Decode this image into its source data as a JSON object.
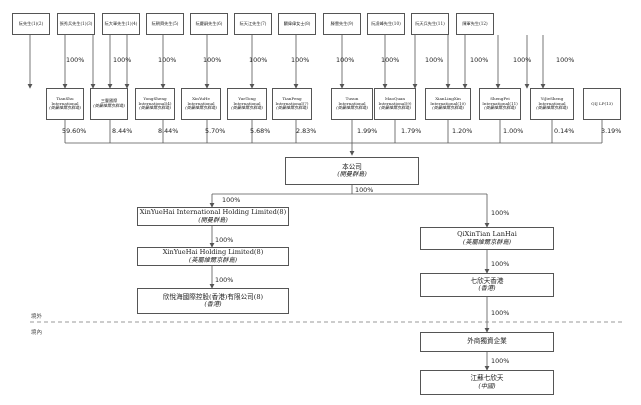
{
  "shareholders_top": [
    {
      "name": "阮先生(1)(2)"
    },
    {
      "name": "張秀兵先生(1)(3)"
    },
    {
      "name": "阮大軍先生(1)(4)"
    },
    {
      "name": "阮朝舜先生(5)"
    },
    {
      "name": "阮慶嗣先生(6)"
    },
    {
      "name": "阮天江先生(7)"
    },
    {
      "name": "闞偉偉女士(8)"
    },
    {
      "name": "滕雲先生(9)"
    },
    {
      "name": "阮凌峰先生(10)"
    },
    {
      "name": "阮天兵先生(11)"
    },
    {
      "name": "陳軍先生(12)"
    }
  ],
  "top_edge_pct": "100%",
  "holding_entities": [
    {
      "en": "TianShu International",
      "cn": "(英屬維爾京群島)",
      "pct": "59.60%"
    },
    {
      "en": "三豐國際",
      "cn": "(英屬維爾京群島)",
      "pct": "8.44%"
    },
    {
      "en": "YongSheng International(4)",
      "cn": "(英屬維爾京群島)",
      "pct": "8.44%"
    },
    {
      "en": "XinYuHe International",
      "cn": "(英屬維爾京群島)",
      "pct": "5.70%"
    },
    {
      "en": "YueTong International",
      "cn": "(英屬維爾京群島)",
      "pct": "5.68%"
    },
    {
      "en": "TianPeng International(7)",
      "cn": "(英屬維爾京群島)",
      "pct": "2.83%"
    },
    {
      "en": "Tusun International",
      "cn": "(英屬維爾京群島)",
      "pct": "1.99%"
    },
    {
      "en": "MaoQuan International(9)",
      "cn": "(英屬維爾京群島)",
      "pct": "1.79%"
    },
    {
      "en": "XianLingXin International(10)",
      "cn": "(英屬維爾京群島)",
      "pct": "1.20%"
    },
    {
      "en": "ShengFei International(11)",
      "cn": "(英屬維爾京群島)",
      "pct": "1.00%"
    },
    {
      "en": "YiJieSheng International",
      "cn": "(英屬維爾京群島)",
      "pct": "0.14%"
    },
    {
      "en": "QIJ LP(13)",
      "cn": "",
      "pct": "3.19%"
    }
  ],
  "company": {
    "name": "本公司",
    "cn": "(開曼群島)",
    "pct_below": "100%"
  },
  "left_chain": [
    {
      "pct_above": "100%",
      "en": "XinYueHai International Holding Limited(8)",
      "cn": "(開曼群島)"
    },
    {
      "pct_above": "100%",
      "en": "XinYueHai Holding Limited(8)",
      "cn": "(英屬維爾京群島)"
    },
    {
      "pct_above": "100%",
      "en": "欣悅海國際控股(香港)有限公司(8)",
      "cn": "(香港)"
    }
  ],
  "right_chain": [
    {
      "pct_above": "100%",
      "en": "QiXinTian LanHai",
      "cn": "(英屬維爾京群島)"
    },
    {
      "pct_above": "100%",
      "en": "七欣天香港",
      "cn": "(香港)"
    },
    {
      "pct_above": "100%",
      "en": "外商獨資企業",
      "cn": ""
    },
    {
      "pct_above": "100%",
      "en": "江蘇七欣天",
      "cn": "(中國)"
    }
  ],
  "region_labels": {
    "offshore": "境外",
    "onshore": "境內"
  }
}
